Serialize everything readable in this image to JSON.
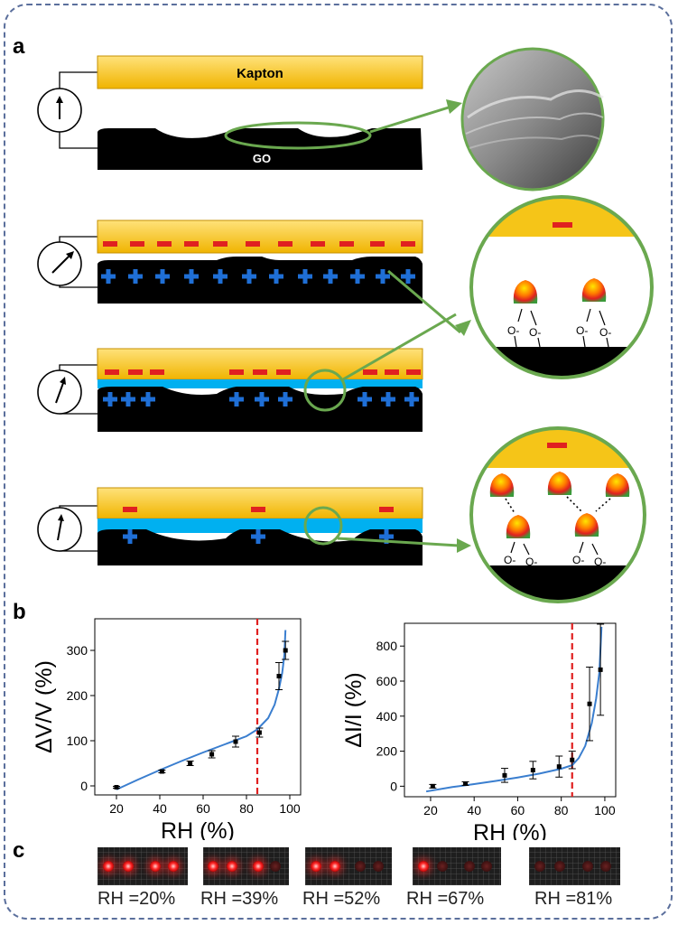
{
  "panels": {
    "a": "a",
    "b": "b",
    "c": "c"
  },
  "schematic": {
    "kapton_label": "Kapton",
    "go_label": "GO",
    "charge_minus": "−",
    "charge_plus": "+",
    "oxygen_label": "O-",
    "colors": {
      "kapton": "#f5c518",
      "go": "#000000",
      "water": "#00b0f0",
      "minus": "#e02020",
      "plus": "#1f6fd6",
      "callout": "#6aa84f"
    }
  },
  "chart_data": [
    {
      "type": "scatter",
      "title": "",
      "xlabel": "RH (%)",
      "ylabel": "ΔV/V (%)",
      "xticks": [
        20,
        40,
        60,
        80,
        100
      ],
      "yticks": [
        0,
        100,
        200,
        300
      ],
      "xlim": [
        10,
        105
      ],
      "ylim": [
        -20,
        370
      ],
      "points": [
        {
          "x": 20,
          "y": -3,
          "err": 2
        },
        {
          "x": 41,
          "y": 32,
          "err": 3
        },
        {
          "x": 54,
          "y": 50,
          "err": 5
        },
        {
          "x": 64,
          "y": 70,
          "err": 8
        },
        {
          "x": 75,
          "y": 98,
          "err": 12
        },
        {
          "x": 86,
          "y": 118,
          "err": 10
        },
        {
          "x": 95,
          "y": 243,
          "err": 30
        },
        {
          "x": 98,
          "y": 300,
          "err": 20
        }
      ],
      "fit": [
        [
          20,
          -8
        ],
        [
          30,
          14
        ],
        [
          40,
          35
        ],
        [
          50,
          55
        ],
        [
          60,
          74
        ],
        [
          70,
          92
        ],
        [
          80,
          110
        ],
        [
          85,
          125
        ],
        [
          90,
          150
        ],
        [
          93,
          180
        ],
        [
          95,
          215
        ],
        [
          96.5,
          250
        ],
        [
          97.5,
          290
        ],
        [
          98,
          345
        ]
      ],
      "threshold_x": 85,
      "fit_color": "#3a7ecf",
      "threshold_color": "#e02020"
    },
    {
      "type": "scatter",
      "title": "",
      "xlabel": "RH (%)",
      "ylabel": "ΔI/I (%)",
      "xticks": [
        20,
        40,
        60,
        80,
        100
      ],
      "yticks": [
        0,
        200,
        400,
        600,
        800
      ],
      "xlim": [
        8,
        105
      ],
      "ylim": [
        -60,
        930
      ],
      "points": [
        {
          "x": 21,
          "y": 0,
          "err": 10
        },
        {
          "x": 36,
          "y": 15,
          "err": 10
        },
        {
          "x": 54,
          "y": 62,
          "err": 40
        },
        {
          "x": 67,
          "y": 92,
          "err": 50
        },
        {
          "x": 79,
          "y": 112,
          "err": 60
        },
        {
          "x": 85,
          "y": 150,
          "err": 50
        },
        {
          "x": 93,
          "y": 470,
          "err": 210
        },
        {
          "x": 98,
          "y": 665,
          "err": 260
        }
      ],
      "fit": [
        [
          18,
          -30
        ],
        [
          30,
          -5
        ],
        [
          40,
          12
        ],
        [
          50,
          30
        ],
        [
          60,
          50
        ],
        [
          70,
          72
        ],
        [
          80,
          100
        ],
        [
          85,
          120
        ],
        [
          88,
          160
        ],
        [
          91,
          230
        ],
        [
          94,
          360
        ],
        [
          96,
          500
        ],
        [
          97.5,
          650
        ],
        [
          98.5,
          910
        ]
      ],
      "threshold_x": 85,
      "fit_color": "#3a7ecf",
      "threshold_color": "#e02020"
    }
  ],
  "photos": [
    {
      "label": "RH =20%",
      "leds": [
        true,
        true,
        true,
        true
      ]
    },
    {
      "label": "RH =39%",
      "leds": [
        true,
        true,
        true,
        false
      ]
    },
    {
      "label": "RH =52%",
      "leds": [
        true,
        true,
        false,
        false
      ]
    },
    {
      "label": "RH =67%",
      "leds": [
        true,
        false,
        false,
        false
      ]
    },
    {
      "label": "RH =81%",
      "leds": [
        false,
        false,
        false,
        false
      ]
    }
  ]
}
